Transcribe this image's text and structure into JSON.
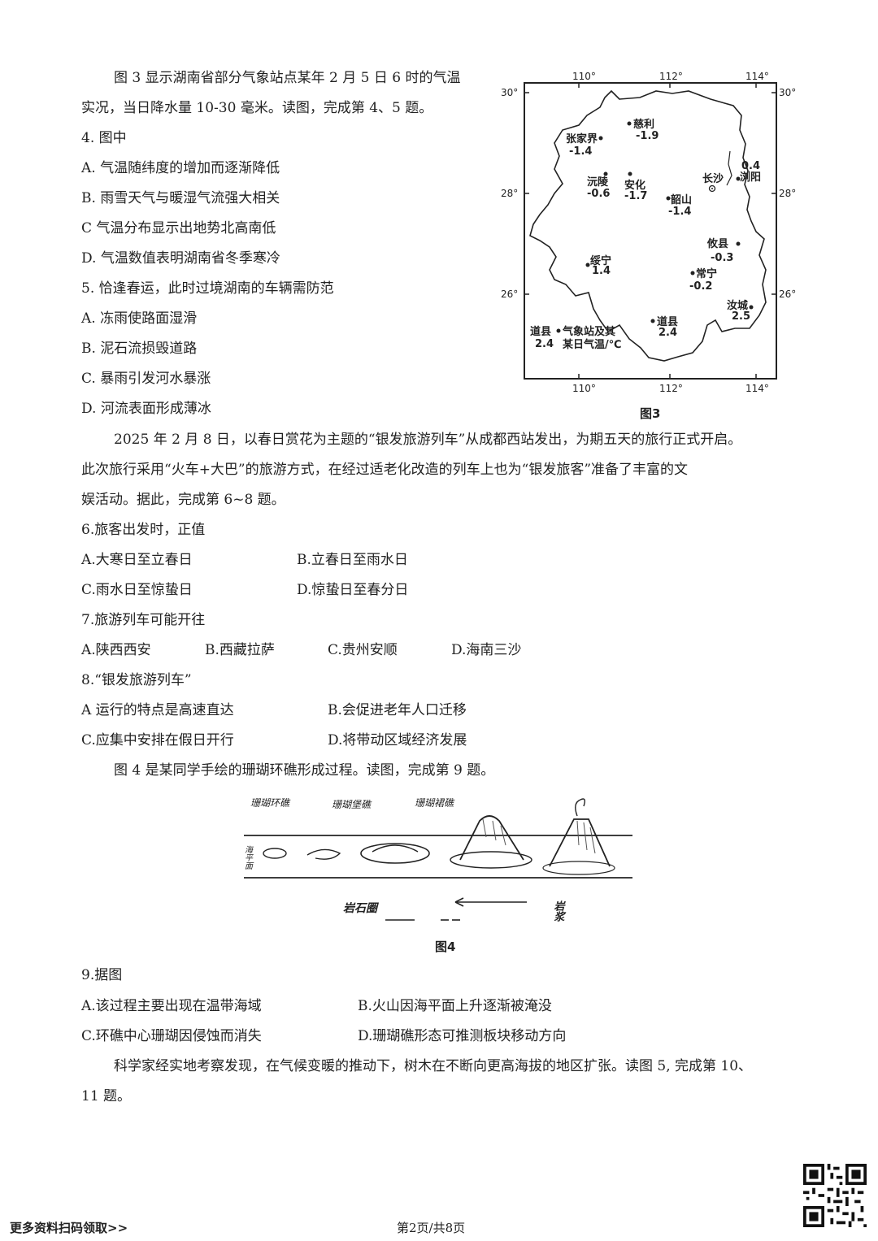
{
  "intro_fig3": [
    "图 3 显示湖南省部分气象站点某年 2 月 5 日 6 时的气温",
    "实况，当日降水量 10-30 毫米。读图，完成第 4、5 题。"
  ],
  "q4": {
    "stem": "4.  图中",
    "options": [
      "A. 气温随纬度的增加而逐渐降低",
      "B. 雨雪天气与暖湿气流强大相关",
      "C  气温分布显示出地势北高南低",
      "D. 气温数值表明湖南省冬季寒冷"
    ]
  },
  "q5": {
    "stem": "5. 恰逢春运，此时过境湖南的车辆需防范",
    "options": [
      "A. 冻雨使路面湿滑",
      "B. 泥石流损毁道路",
      "C. 暴雨引发河水暴涨",
      "D. 河流表面形成薄冰"
    ]
  },
  "fig3": {
    "caption": "图3",
    "lon_labels": [
      "110°",
      "112°",
      "114°"
    ],
    "lat_labels": [
      "30°",
      "28°",
      "26°"
    ],
    "stations": [
      {
        "name": "慈利",
        "temp": "-1.9"
      },
      {
        "name": "张家界",
        "temp": "-1.4"
      },
      {
        "name": "沅陵",
        "temp": "-0.6"
      },
      {
        "name": "安化",
        "temp": "-1.7"
      },
      {
        "name": "长沙",
        "temp": ""
      },
      {
        "name": "浏阳",
        "temp": "0.4"
      },
      {
        "name": "韶山",
        "temp": "-1.4"
      },
      {
        "name": "攸县",
        "temp": "-0.3"
      },
      {
        "name": "绥宁",
        "temp": "1.4"
      },
      {
        "name": "常宁",
        "temp": "-0.2"
      },
      {
        "name": "汝城",
        "temp": "2.5"
      },
      {
        "name": "道县",
        "temp": "2.4"
      }
    ],
    "legend": {
      "name": "道县",
      "value": "2.4",
      "text1": "气象站及其",
      "text2": "某日气温/℃"
    }
  },
  "intro_68": [
    "2025 年 2 月 8 日，以春日赏花为主题的“银发旅游列车”从成都西站发出，为期五天的旅行正式开启。",
    "此次旅行采用“火车+大巴”的旅游方式，在经过适老化改造的列车上也为“银发旅客”准备了丰富的文",
    "娱活动。据此，完成第 6~8 题。"
  ],
  "q6": {
    "stem": "6.旅客出发时，正值",
    "options": [
      "A.大寒日至立春日",
      "B.立春日至雨水日",
      "C.雨水日至惊蛰日",
      "D.惊蛰日至春分日"
    ]
  },
  "q7": {
    "stem": "7.旅游列车可能开往",
    "options": [
      "A.陕西西安",
      "B.西藏拉萨",
      "C.贵州安顺",
      "D.海南三沙"
    ]
  },
  "q8": {
    "stem": "8.“银发旅游列车”",
    "options": [
      "A 运行的特点是高速直达",
      "B.会促进老年人口迁移",
      "C.应集中安排在假日开行",
      "D.将带动区域经济发展"
    ]
  },
  "intro_fig4": "图 4 是某同学手绘的珊瑚环礁形成过程。读图，完成第 9 题。",
  "fig4": {
    "caption": "图4",
    "labels": [
      "珊瑚环礁",
      "珊瑚堡礁",
      "珊瑚裙礁"
    ],
    "sea_label": "海平面",
    "left_label": "岩石圈",
    "right_label": "岩浆"
  },
  "q9": {
    "stem": "9.据图",
    "options": [
      "A.该过程主要出现在温带海域",
      "B.火山因海平面上升逐渐被淹没",
      "C.环礁中心珊瑚因侵蚀而消失",
      "D.珊瑚礁形态可推测板块移动方向"
    ]
  },
  "intro_1011": [
    "科学家经实地考察发现，在气候变暖的推动下，树木在不断向更高海拔的地区扩张。读图 5, 完成第 10、",
    "11 题。"
  ],
  "footer": {
    "left": "更多资料扫码领取>>",
    "page": "第2页/共8页"
  }
}
